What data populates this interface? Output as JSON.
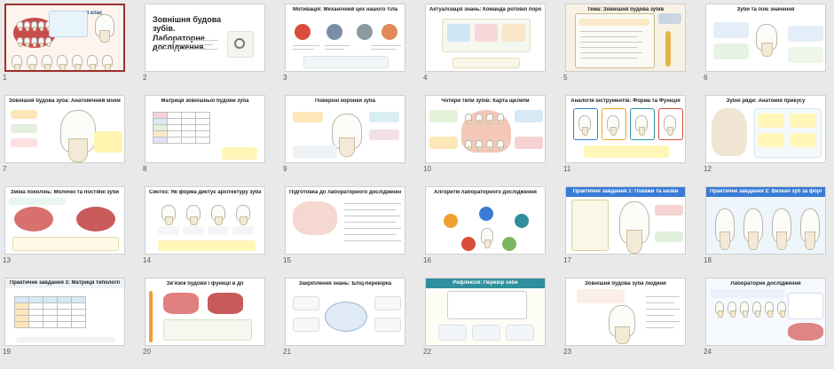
{
  "slides": [
    {
      "num": "1",
      "title": "Біологія 8 клас",
      "subtitle": "Зовнішня будова зубів",
      "selected": true
    },
    {
      "num": "2",
      "title": "Зовнішня будова зубів. Лабораторне дослідження."
    },
    {
      "num": "3",
      "title": "Мотивація: Механічний цех нашого тіла"
    },
    {
      "num": "4",
      "title": "Актуалізація знань: Команда ротової порожнини"
    },
    {
      "num": "5",
      "title": "Тема: Зовнішня будова зубів"
    },
    {
      "num": "6",
      "title": "Зуби та їхнє значення"
    },
    {
      "num": "7",
      "title": "Зовнішня будова зуба: Анатомічний мінімум"
    },
    {
      "num": "8",
      "title": "Матриця зовнішньої будови зуба"
    },
    {
      "num": "9",
      "title": "Поверхні коронки зуба"
    },
    {
      "num": "10",
      "title": "Чотири типи зубів: Карта щелепи"
    },
    {
      "num": "11",
      "title": "Аналогія інструментів: Форма та Функція"
    },
    {
      "num": "12",
      "title": "Зубні ряди: Анатомія прикусу"
    },
    {
      "num": "13",
      "title": "Зміна поколінь: Молочні та постійні зуби"
    },
    {
      "num": "14",
      "title": "Синтез: Як форма диктує архітектуру зуба"
    },
    {
      "num": "15",
      "title": "Підготовка до лабораторного дослідження"
    },
    {
      "num": "16",
      "title": "Алгоритм лабораторного дослідження"
    },
    {
      "num": "17",
      "title": "Практичне завдання 1: Покажи та назви"
    },
    {
      "num": "18",
      "title": "Практичне завдання 2: Визнач зуб за формою"
    },
    {
      "num": "19",
      "title": "Практичне завдання 3: Матриця типології"
    },
    {
      "num": "20",
      "title": "Зв'язок будови і функції в дії"
    },
    {
      "num": "21",
      "title": "Закріплення знань: Бліц-перевірка"
    },
    {
      "num": "22",
      "title": "Рефлексія: Перевір себе"
    },
    {
      "num": "23",
      "title": "Зовнішня будова зуба людини"
    },
    {
      "num": "24",
      "title": "Лабораторне дослідження"
    }
  ],
  "colors": {
    "selected_border": "#9c2f2f",
    "teal": "#2f8f9d",
    "blue": "#3a7bd5",
    "orange": "#f0a030",
    "mint": "#d8f0ea"
  }
}
